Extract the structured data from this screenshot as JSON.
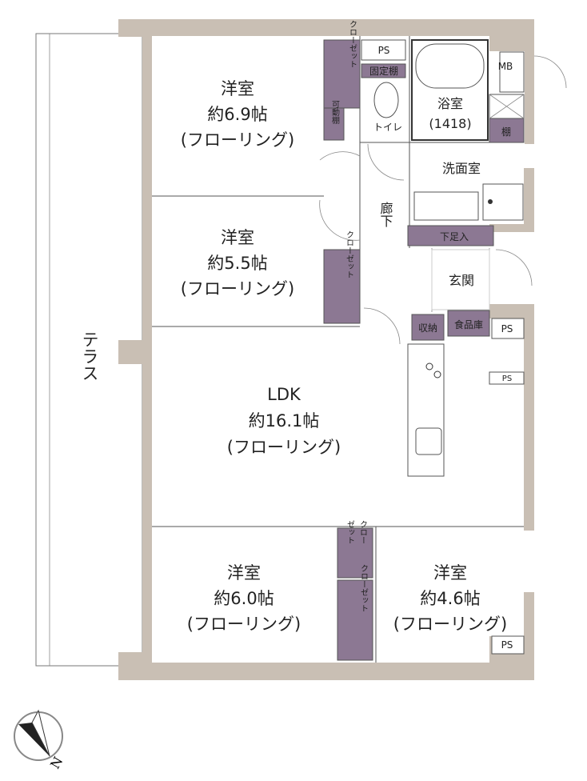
{
  "rooms": {
    "bed1": {
      "name": "洋室",
      "size": "約6.9帖",
      "floor": "(フローリング)"
    },
    "bed2": {
      "name": "洋室",
      "size": "約5.5帖",
      "floor": "(フローリング)"
    },
    "ldk": {
      "name": "LDK",
      "size": "約16.1帖",
      "floor": "(フローリング)"
    },
    "bed3": {
      "name": "洋室",
      "size": "約6.0帖",
      "floor": "(フローリング)"
    },
    "bed4": {
      "name": "洋室",
      "size": "約4.6帖",
      "floor": "(フローリング)"
    }
  },
  "labels": {
    "terrace": "テラス",
    "closet": "クローゼット",
    "closet_split_a": "クロー",
    "closet_split_b": "ゼット",
    "ps": "PS",
    "fixed_shelf": "固定棚",
    "movable_shelf": "可動棚",
    "toilet": "トイレ",
    "bathroom": "浴室",
    "bath_size": "(1418)",
    "shelf": "棚",
    "mb": "MB",
    "washroom": "洗面室",
    "hallway": "廊下",
    "shoe_storage": "下足入",
    "entrance": "玄関",
    "storage": "収納",
    "pantry": "食品庫",
    "compass_n": "N"
  }
}
